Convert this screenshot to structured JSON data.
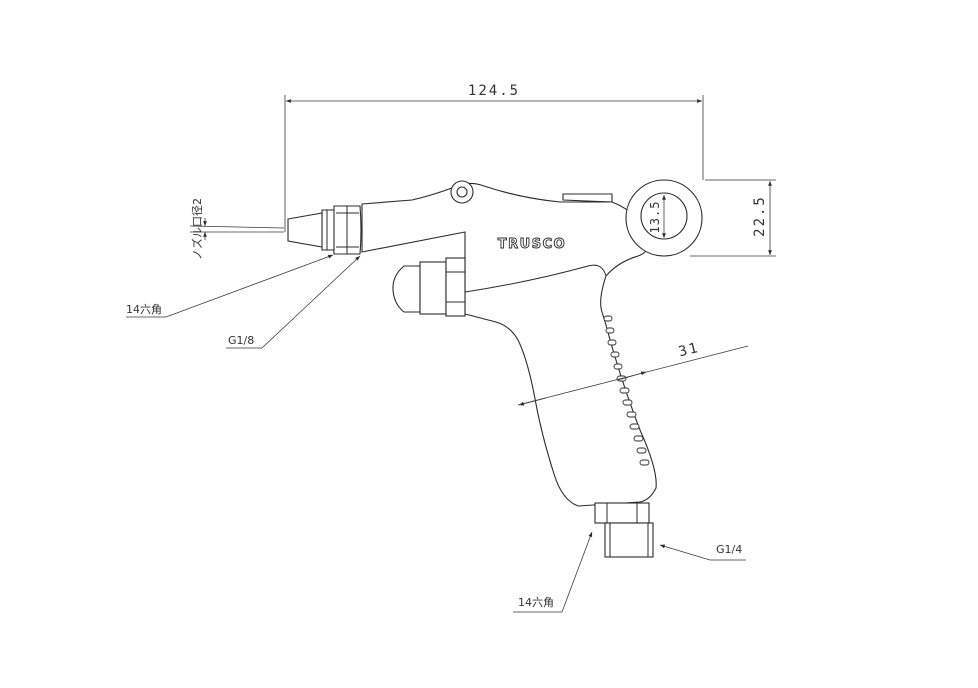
{
  "drawing": {
    "brand": "TRUSCO",
    "dimensions": {
      "overall_length": "124.5",
      "ring_height": "22.5",
      "ring_inner": "13.5",
      "grip_width": "31"
    },
    "callouts": {
      "nozzle_diameter": "ノズル口径2",
      "hex_front": "14六角",
      "thread_front": "G1/8",
      "hex_bottom": "14六角",
      "thread_bottom": "G1/4"
    }
  }
}
